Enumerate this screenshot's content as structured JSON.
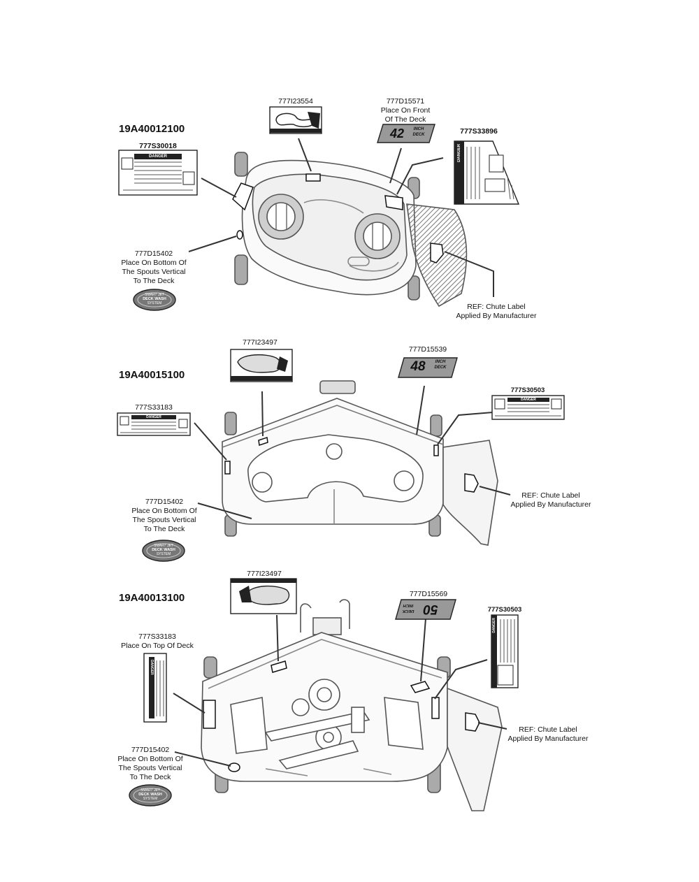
{
  "sections": [
    {
      "model": "19A40012100",
      "labels": {
        "belt_decal_pn": "777I23554",
        "deck_size_pn": "777D15571",
        "deck_size_note": [
          "Place On Front",
          "Of The Deck"
        ],
        "deck_size_text": "42",
        "deck_size_word": [
          "INCH",
          "DECK"
        ],
        "danger_side_pn": "777S33896",
        "danger_left_pn": "777S30018",
        "wash_pn": "777D15402",
        "wash_note": [
          "Place On Bottom Of",
          "The Spouts Vertical",
          "To The Deck"
        ],
        "chute_ref": [
          "REF: Chute Label",
          "Applied By Manufacturer"
        ]
      }
    },
    {
      "model": "19A40015100",
      "labels": {
        "belt_decal_pn": "777I23497",
        "deck_size_pn": "777D15539",
        "deck_size_text": "48",
        "deck_size_word": [
          "INCH",
          "DECK"
        ],
        "danger_right_pn": "777S30503",
        "danger_left_pn": "777S33183",
        "wash_pn": "777D15402",
        "wash_note": [
          "Place On Bottom Of",
          "The Spouts Vertical",
          "To The Deck"
        ],
        "chute_ref": [
          "REF: Chute Label",
          "Applied By Manufacturer"
        ]
      }
    },
    {
      "model": "19A40013100",
      "labels": {
        "belt_decal_pn": "777I23497",
        "deck_size_pn": "777D15569",
        "deck_size_text": "50",
        "deck_size_word": [
          "INCH",
          "DECK"
        ],
        "danger_right_pn": "777S30503",
        "danger_left_pn": "777S33183",
        "danger_left_note": "Place On Top Of Deck",
        "wash_pn": "777D15402",
        "wash_note": [
          "Place On Bottom Of",
          "The Spouts Vertical",
          "To The Deck"
        ],
        "chute_ref": [
          "REF: Chute Label",
          "Applied By Manufacturer"
        ]
      }
    }
  ],
  "decal_text": {
    "danger": "DANGER",
    "smart_jet": "SMART JET",
    "deck_wash": "DECK WASH",
    "system": "SYSTEM"
  }
}
